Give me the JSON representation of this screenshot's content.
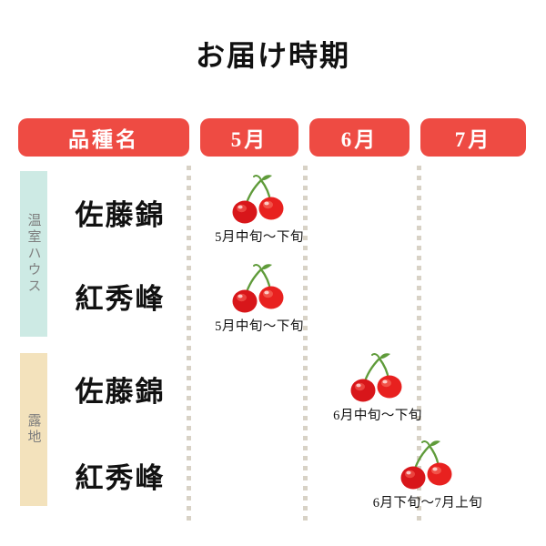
{
  "title": "お届け時期",
  "header": {
    "columns": [
      {
        "label": "品種名",
        "name": "variety-name"
      },
      {
        "label": "5月",
        "name": "month-5"
      },
      {
        "label": "6月",
        "name": "month-6"
      },
      {
        "label": "7月",
        "name": "month-7"
      }
    ]
  },
  "groups": [
    {
      "label": "温室ハウス",
      "color": "#cdeae4"
    },
    {
      "label": "露地",
      "color": "#f3e2bc"
    }
  ],
  "rows": [
    {
      "group": "温室ハウス",
      "variety": "佐藤錦",
      "period": "5月中旬〜下旬",
      "icon": "cherry-icon"
    },
    {
      "group": "温室ハウス",
      "variety": "紅秀峰",
      "period": "5月中旬〜下旬",
      "icon": "cherry-icon"
    },
    {
      "group": "露地",
      "variety": "佐藤錦",
      "period": "6月中旬〜下旬",
      "icon": "cherry-icon"
    },
    {
      "group": "露地",
      "variety": "紅秀峰",
      "period": "6月下旬〜7月上旬",
      "icon": "cherry-icon"
    }
  ],
  "colors": {
    "pill": "#ee4b43",
    "pill_text": "#ffffff",
    "greenhouse_band": "#cdeae4",
    "openfield_band": "#f3e2bc",
    "band_text": "#7e7e7e",
    "divider_dot": "#d8d2c6",
    "cherry_red": "#e8211f",
    "cherry_stem": "#5f9b3a",
    "text": "#111111",
    "background": "#ffffff"
  },
  "chart_data": {
    "type": "table",
    "title": "お届け時期",
    "columns": [
      "品種名",
      "5月",
      "6月",
      "7月"
    ],
    "row_groups": [
      "温室ハウス",
      "露地"
    ],
    "rows": [
      {
        "group": "温室ハウス",
        "variety": "佐藤錦",
        "period": "5月中旬〜下旬",
        "month_span": [
          "5月"
        ]
      },
      {
        "group": "温室ハウス",
        "variety": "紅秀峰",
        "period": "5月中旬〜下旬",
        "month_span": [
          "5月"
        ]
      },
      {
        "group": "露地",
        "variety": "佐藤錦",
        "period": "6月中旬〜下旬",
        "month_span": [
          "6月"
        ]
      },
      {
        "group": "露地",
        "variety": "紅秀峰",
        "period": "6月下旬〜7月上旬",
        "month_span": [
          "6月",
          "7月"
        ]
      }
    ]
  }
}
